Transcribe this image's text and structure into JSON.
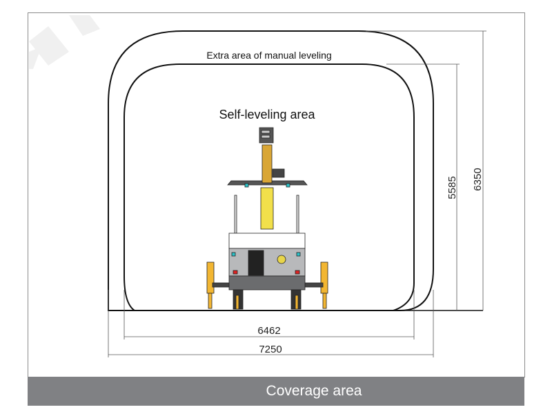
{
  "labels": {
    "outer_area": "Extra area of manual leveling",
    "inner_area": "Self-leveling area"
  },
  "dimensions": {
    "inner_width": "6462",
    "outer_width": "7250",
    "inner_height": "5585",
    "outer_height": "6350"
  },
  "footer": {
    "title": "Coverage area"
  },
  "colors": {
    "footer_bg": "#808184",
    "machine_yellow": "#f2e04a",
    "body_gray": "#b8b9bb"
  }
}
